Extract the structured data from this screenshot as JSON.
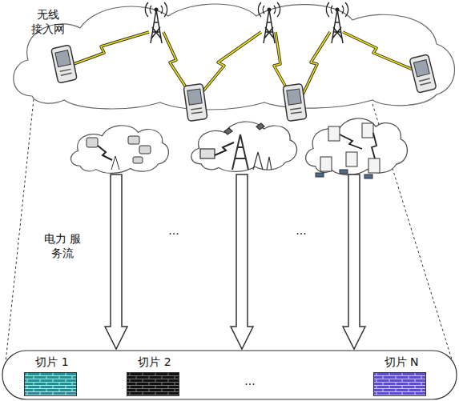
{
  "diagram": {
    "nodes": [
      {
        "text": [
          "无线 接入网"
        ]
      },
      {
        "text": [
          "切片 1"
        ]
      },
      {
        "text": [
          "切片 2"
        ]
      },
      {
        "text": [
          "切片 N"
        ]
      }
    ],
    "labels": [
      "电力 服务流",
      "...",
      "...",
      "..."
    ]
  }
}
